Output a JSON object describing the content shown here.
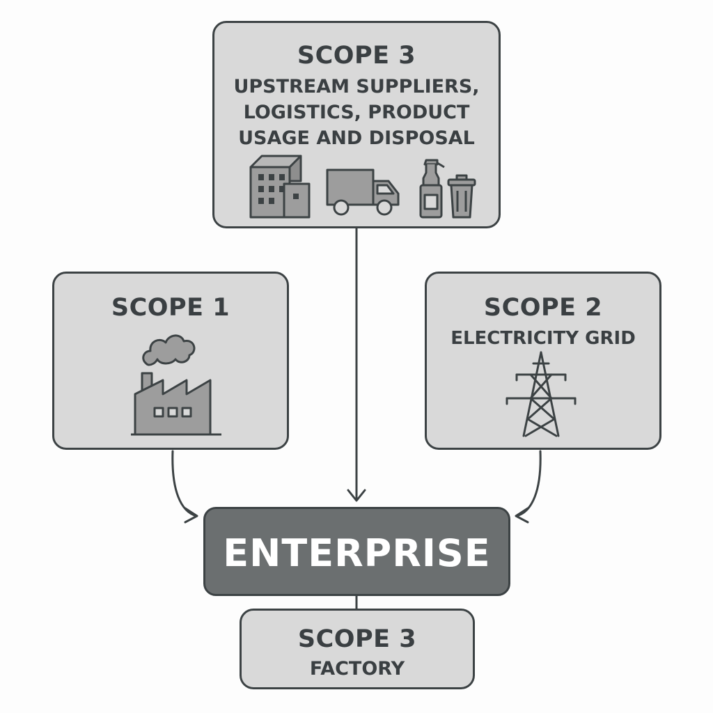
{
  "colors": {
    "box_fill": "#d9d9d9",
    "stroke": "#3c4244",
    "icon_fill": "#9d9d9d",
    "enterprise_fill": "#6b6f70",
    "enterprise_text": "#ffffff"
  },
  "scope3_top": {
    "title": "SCOPE 3",
    "lines": [
      "UPSTREAM SUPPLIERS,",
      "LOGISTICS, PRODUCT",
      "USAGE AND DISPOSAL"
    ],
    "icons": [
      "building-icon",
      "truck-icon",
      "spray-bottle-icon",
      "trash-can-icon"
    ]
  },
  "scope1": {
    "title": "SCOPE 1",
    "icon": "factory-icon"
  },
  "scope2": {
    "title": "SCOPE 2",
    "subtitle": "ELECTRICITY GRID",
    "icon": "power-pylon-icon"
  },
  "enterprise": {
    "title": "ENTERPRISE"
  },
  "scope3_bottom": {
    "title": "SCOPE 3",
    "subtitle": "FACTORY"
  }
}
